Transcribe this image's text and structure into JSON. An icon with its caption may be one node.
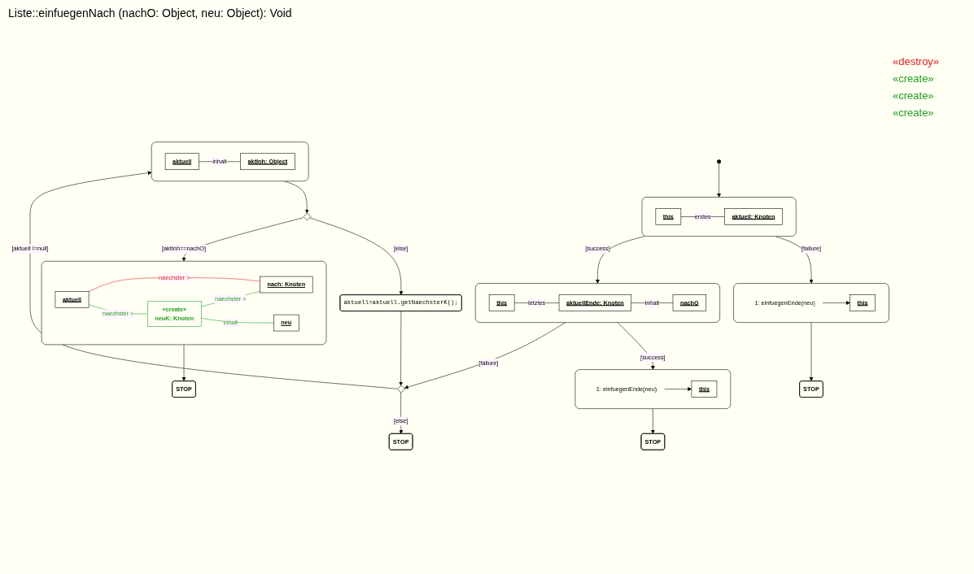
{
  "diagram": {
    "title": "Liste::einfuegenNach (nachO: Object, neu: Object): Void",
    "nodes": [
      {
        "text": [],
        "shape": "circle"
      },
      {
        "text": [],
        "shape": "box"
      },
      {
        "text": [
          "this"
        ],
        "in": 1
      },
      {
        "text": [
          "aktuell: Knoten"
        ],
        "in": 1
      },
      {
        "text": [],
        "shape": "box"
      },
      {
        "text": [
          "this"
        ],
        "in": 4
      },
      {
        "text": [
          "1: einfuegenEnde(neu)"
        ],
        "in": 4
      },
      {
        "text": [
          "STOP"
        ]
      },
      {
        "text": [],
        "shape": "box"
      },
      {
        "text": [
          "this"
        ],
        "in": 8
      },
      {
        "text": [
          "aktuellEnde: Knoten"
        ],
        "in": 8
      },
      {
        "text": [
          "nachO"
        ],
        "in": 8
      },
      {
        "text": [],
        "shape": "box"
      },
      {
        "text": [
          "this"
        ],
        "in": 12
      },
      {
        "text": [
          "1: einfuegenEnde(neu)"
        ],
        "in": 12
      },
      {
        "text": [
          "STOP"
        ]
      },
      {
        "text": [],
        "shape": "diamond"
      },
      {
        "text": [
          "STOP"
        ]
      },
      {
        "text": [],
        "shape": "box"
      },
      {
        "text": [
          "aktuell"
        ],
        "in": 18
      },
      {
        "text": [
          "aktInh: Object"
        ],
        "in": 18
      },
      {
        "text": [],
        "shape": "diamond"
      },
      {
        "text": [
          "aktuell=aktuell.getNaechsterK();"
        ]
      },
      {
        "text": [],
        "shape": "box"
      },
      {
        "text": [
          "aktuell"
        ],
        "in": 23
      },
      {
        "text": [
          "nach: Knoten"
        ],
        "in": 23
      },
      {
        "text": [
          "«create»",
          "neuK: Knoten"
        ],
        "in": 23
      },
      {
        "text": [
          "neu"
        ],
        "in": 23
      },
      {
        "text": [
          "STOP"
        ]
      }
    ],
    "edges": [
      {
        "from": 0,
        "to": 1,
        "arrow": "to"
      },
      {
        "from": 2,
        "to": 3,
        "arrow": "none",
        "label": "erstes"
      },
      {
        "from": 1,
        "to": 4,
        "arrow": "to",
        "label": "[failure]"
      },
      {
        "from": 6,
        "to": 5,
        "arrow": "to"
      },
      {
        "from": 4,
        "to": 7,
        "arrow": "to"
      },
      {
        "from": 1,
        "to": 8,
        "arrow": "to",
        "label": "[success]"
      },
      {
        "from": 9,
        "to": 10,
        "arrow": "none",
        "label": "letztes"
      },
      {
        "from": 10,
        "to": 11,
        "arrow": "none",
        "label": "inhalt"
      },
      {
        "from": 8,
        "to": 12,
        "arrow": "to",
        "label": "[success]"
      },
      {
        "from": 14,
        "to": 13,
        "arrow": "to"
      },
      {
        "from": 12,
        "to": 15,
        "arrow": "to"
      },
      {
        "from": 8,
        "to": 16,
        "arrow": "to",
        "label": "[failure]"
      },
      {
        "from": 16,
        "to": 17,
        "arrow": "to",
        "label": "[else]"
      },
      {
        "from": 16,
        "to": 18,
        "arrow": "to",
        "label": "[aktuell !=null]"
      },
      {
        "from": 19,
        "to": 20,
        "arrow": "none",
        "label": "inhalt"
      },
      {
        "from": 18,
        "to": 21,
        "arrow": "to"
      },
      {
        "from": 21,
        "to": 22,
        "arrow": "to",
        "label": "[else]"
      },
      {
        "from": 22,
        "to": 16,
        "arrow": "to"
      },
      {
        "from": 21,
        "to": 23,
        "arrow": "to",
        "label": "[aktInh==nachO]"
      },
      {
        "from": 24,
        "to": 25,
        "arrow": "none",
        "label": "naechster >",
        "color": "#e02020"
      },
      {
        "from": 24,
        "to": 26,
        "arrow": "none",
        "label": "naechster >",
        "color": "#20a020"
      },
      {
        "from": 26,
        "to": 25,
        "arrow": "none",
        "label": "naechster >",
        "color": "#20a020"
      },
      {
        "from": 26,
        "to": 27,
        "arrow": "none",
        "label": "inhalt",
        "color": "#20a020"
      },
      {
        "from": 23,
        "to": 28,
        "arrow": "to"
      }
    ],
    "labels": [
      "«destroy»",
      "«create»",
      "«create»",
      "«create»"
    ]
  }
}
